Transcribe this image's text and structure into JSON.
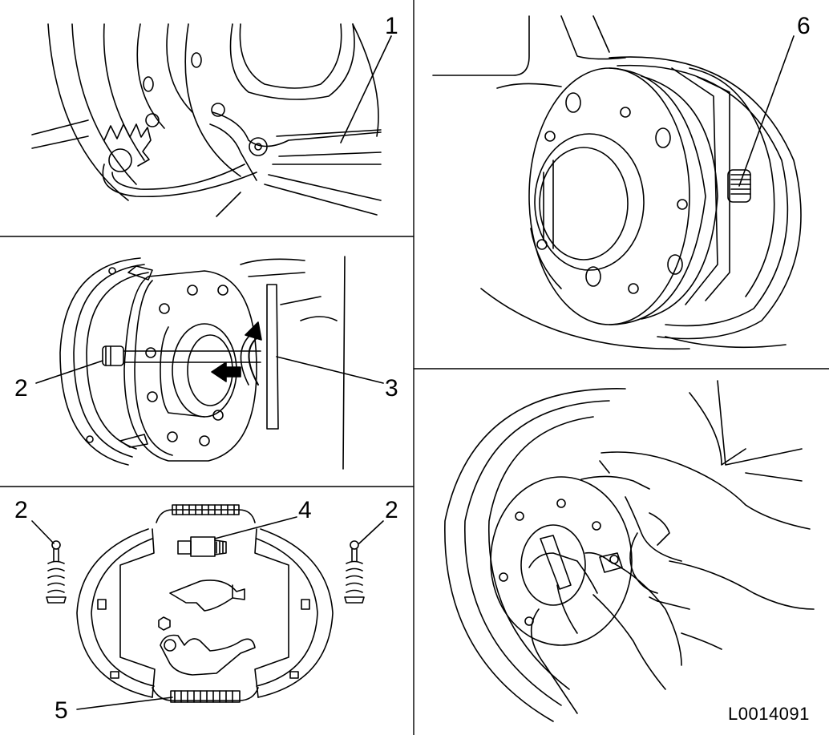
{
  "callouts": {
    "c1": "1",
    "c2_left": "2",
    "c3": "3",
    "c4": "4",
    "c2_a": "2",
    "c2_b": "2",
    "c5": "5",
    "c6": "6"
  },
  "figure_code": "L0014091",
  "colors": {
    "ink": "#000000",
    "paper": "#ffffff"
  }
}
